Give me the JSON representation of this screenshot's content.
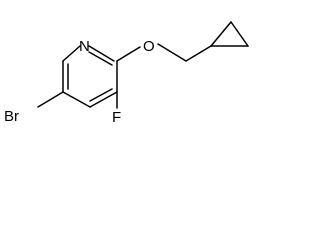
{
  "molecule": {
    "atoms": {
      "nitrogen": "N",
      "oxygen": "O",
      "bromine": "Br",
      "fluorine": "F"
    },
    "colors": {
      "bond": "#000000",
      "label": "#000000",
      "background": "#ffffff"
    }
  }
}
